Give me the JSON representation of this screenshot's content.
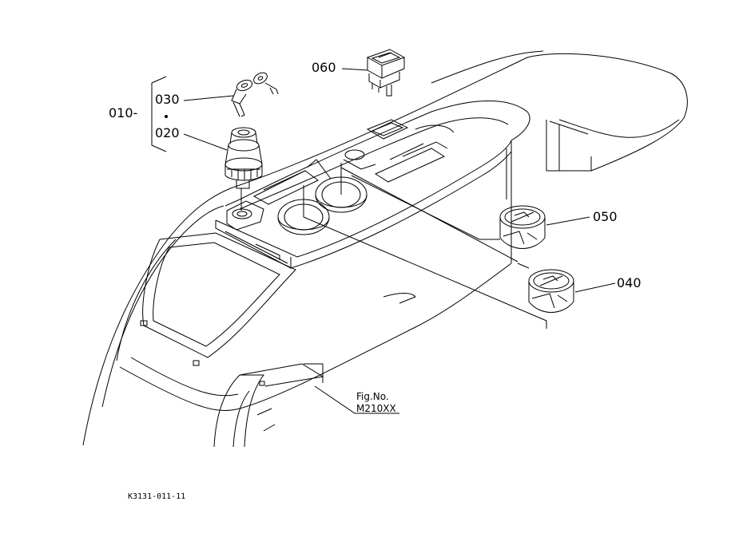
{
  "callouts": {
    "p010": "010-",
    "p030": "030",
    "p020": "020",
    "p060": "060",
    "p050": "050",
    "p040": "040"
  },
  "figure_ref": {
    "label": "Fig.No.",
    "number": "M210XX"
  },
  "drawing_number": "K3131-011-11"
}
